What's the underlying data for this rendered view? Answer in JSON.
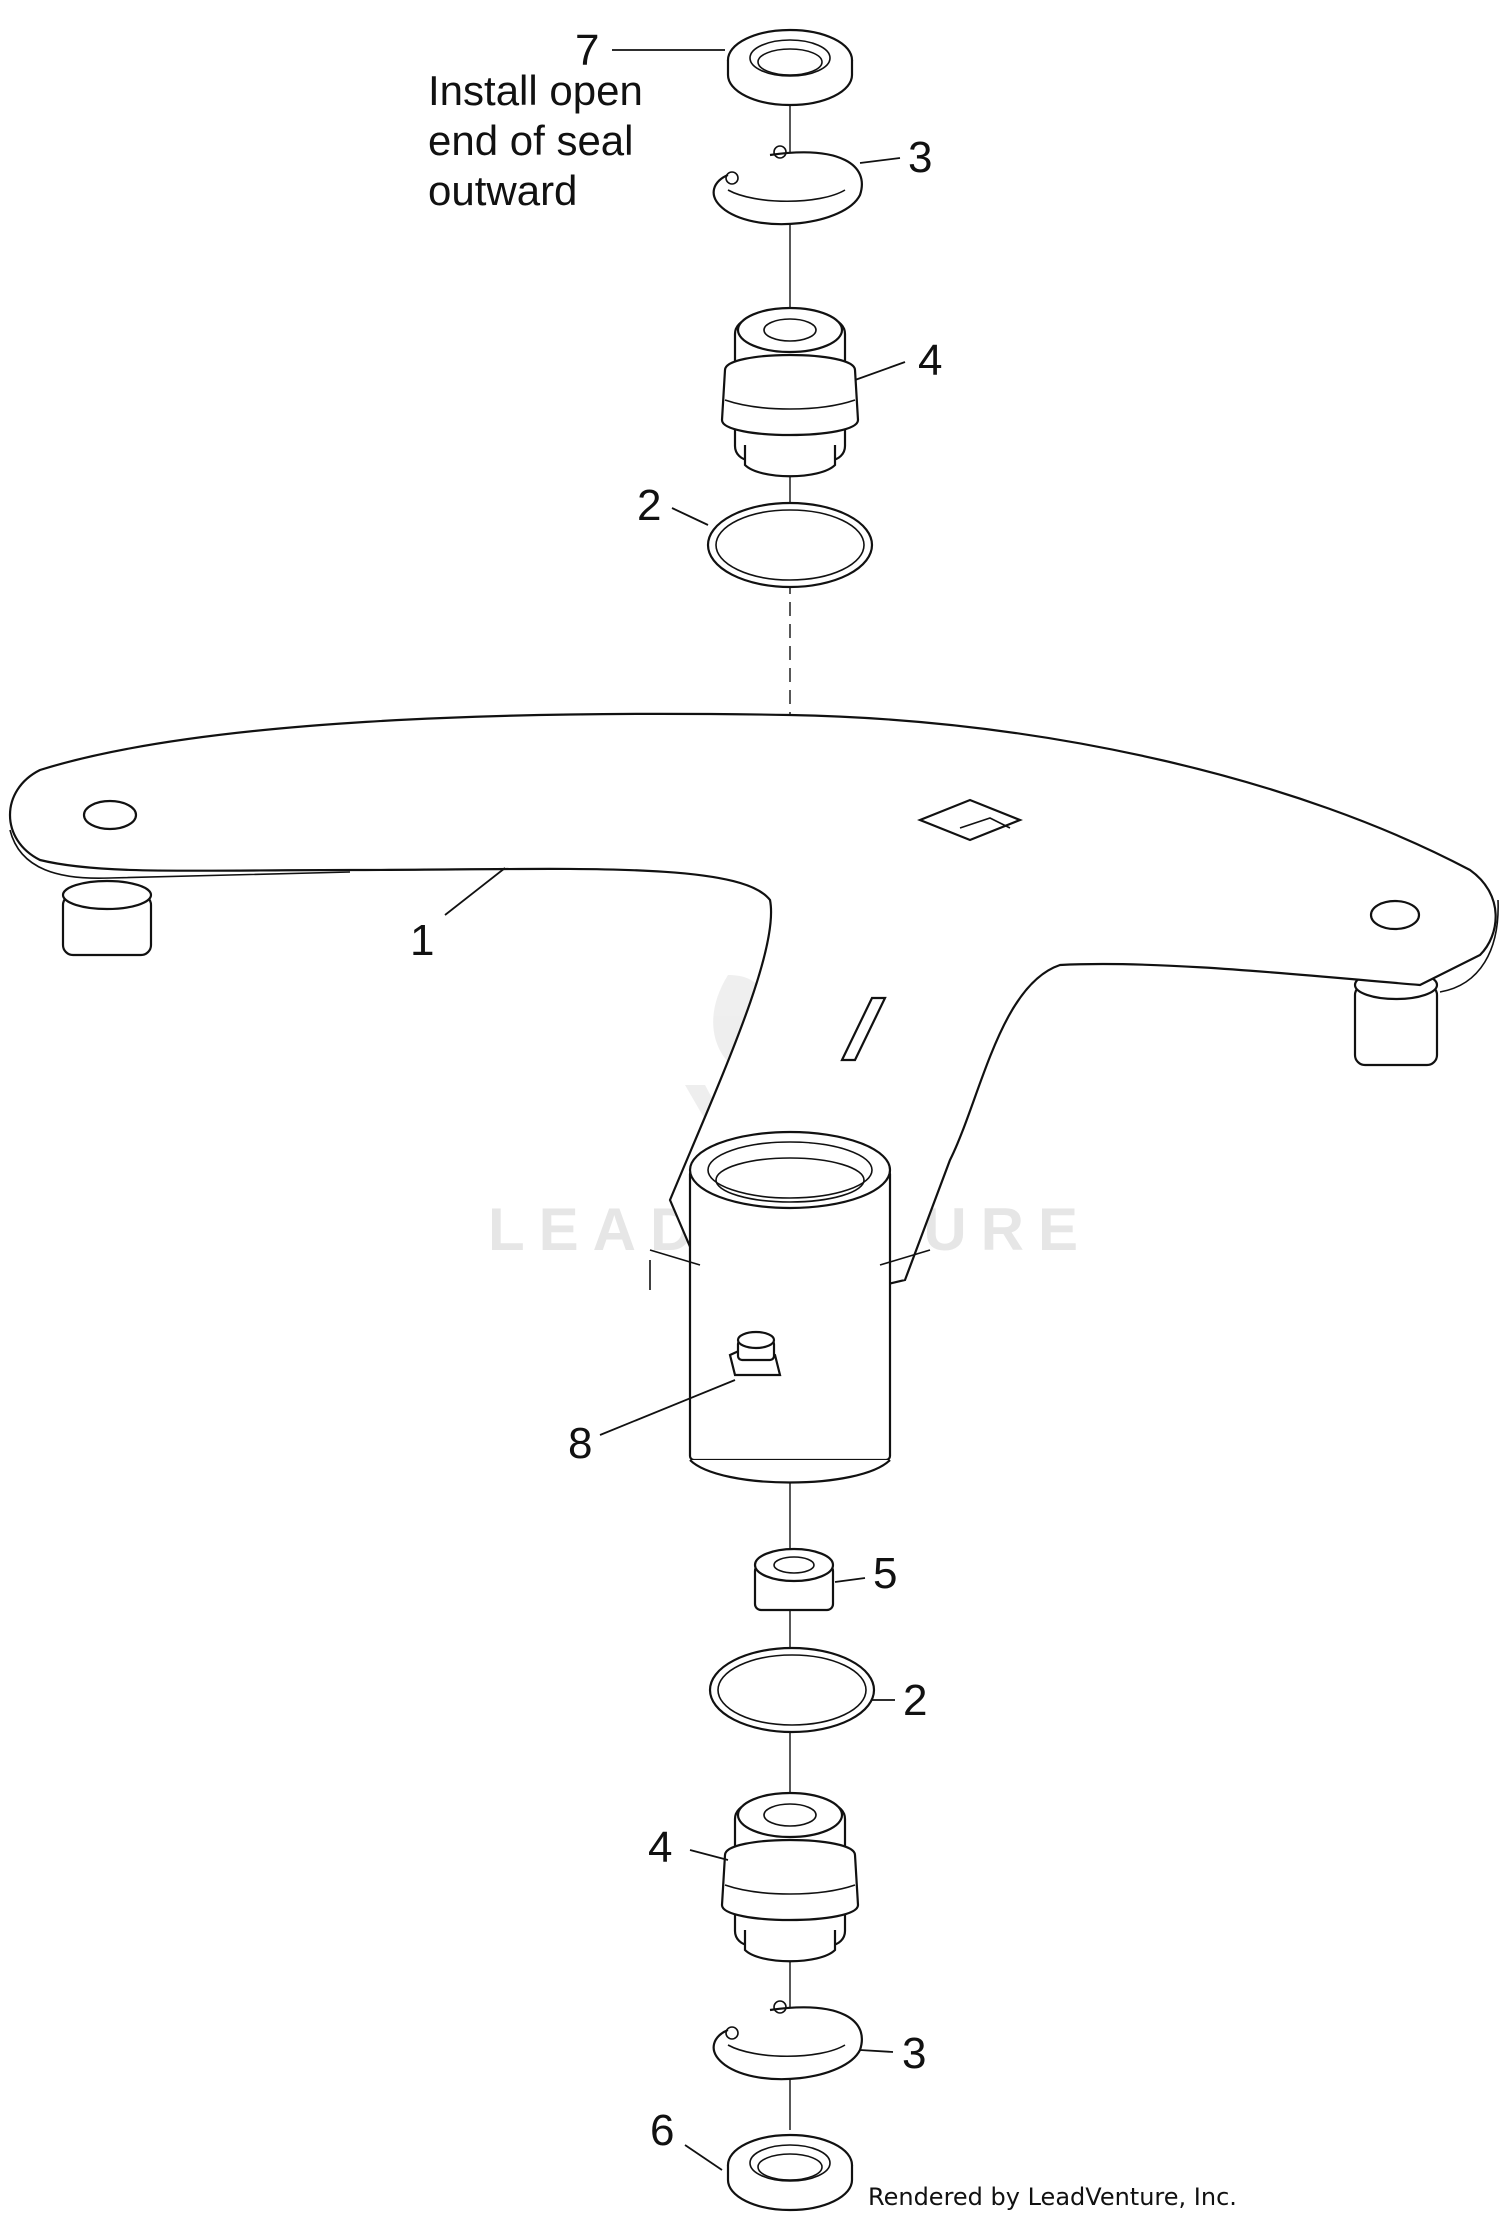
{
  "diagram": {
    "callouts": {
      "c1": "1",
      "c2_top": "2",
      "c2_bottom": "2",
      "c3_top": "3",
      "c3_bottom": "3",
      "c4_top": "4",
      "c4_bottom": "4",
      "c5": "5",
      "c6": "6",
      "c7": "7",
      "c8": "8"
    },
    "note": [
      "Install open",
      "end of seal",
      "outward"
    ],
    "credit": "Rendered by LeadVenture, Inc.",
    "watermark": "LEADVENTURE"
  }
}
